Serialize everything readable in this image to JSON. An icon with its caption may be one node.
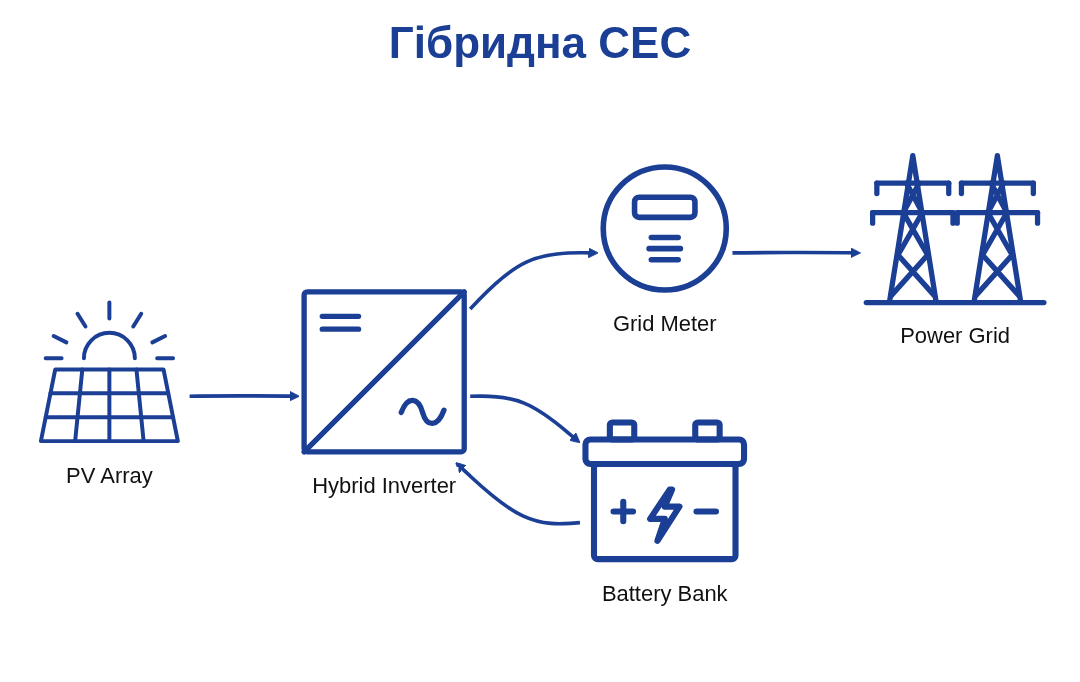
{
  "diagram": {
    "title": "Гібридна СЕС",
    "nodes": [
      {
        "text": [
          "PV Array"
        ]
      },
      {
        "text": [
          "Hybrid Inverter"
        ]
      },
      {
        "text": [
          "Grid Meter"
        ]
      },
      {
        "text": [
          "Power Grid"
        ]
      },
      {
        "text": [
          "Battery Bank"
        ]
      }
    ],
    "edges": [
      {
        "from": 0,
        "to": 1,
        "arrow": "to"
      },
      {
        "from": 1,
        "to": 2,
        "arrow": "to"
      },
      {
        "from": 2,
        "to": 3,
        "arrow": "to"
      },
      {
        "from": 1,
        "to": 4,
        "arrow": "to"
      },
      {
        "from": 4,
        "to": 1,
        "arrow": "to"
      }
    ]
  }
}
